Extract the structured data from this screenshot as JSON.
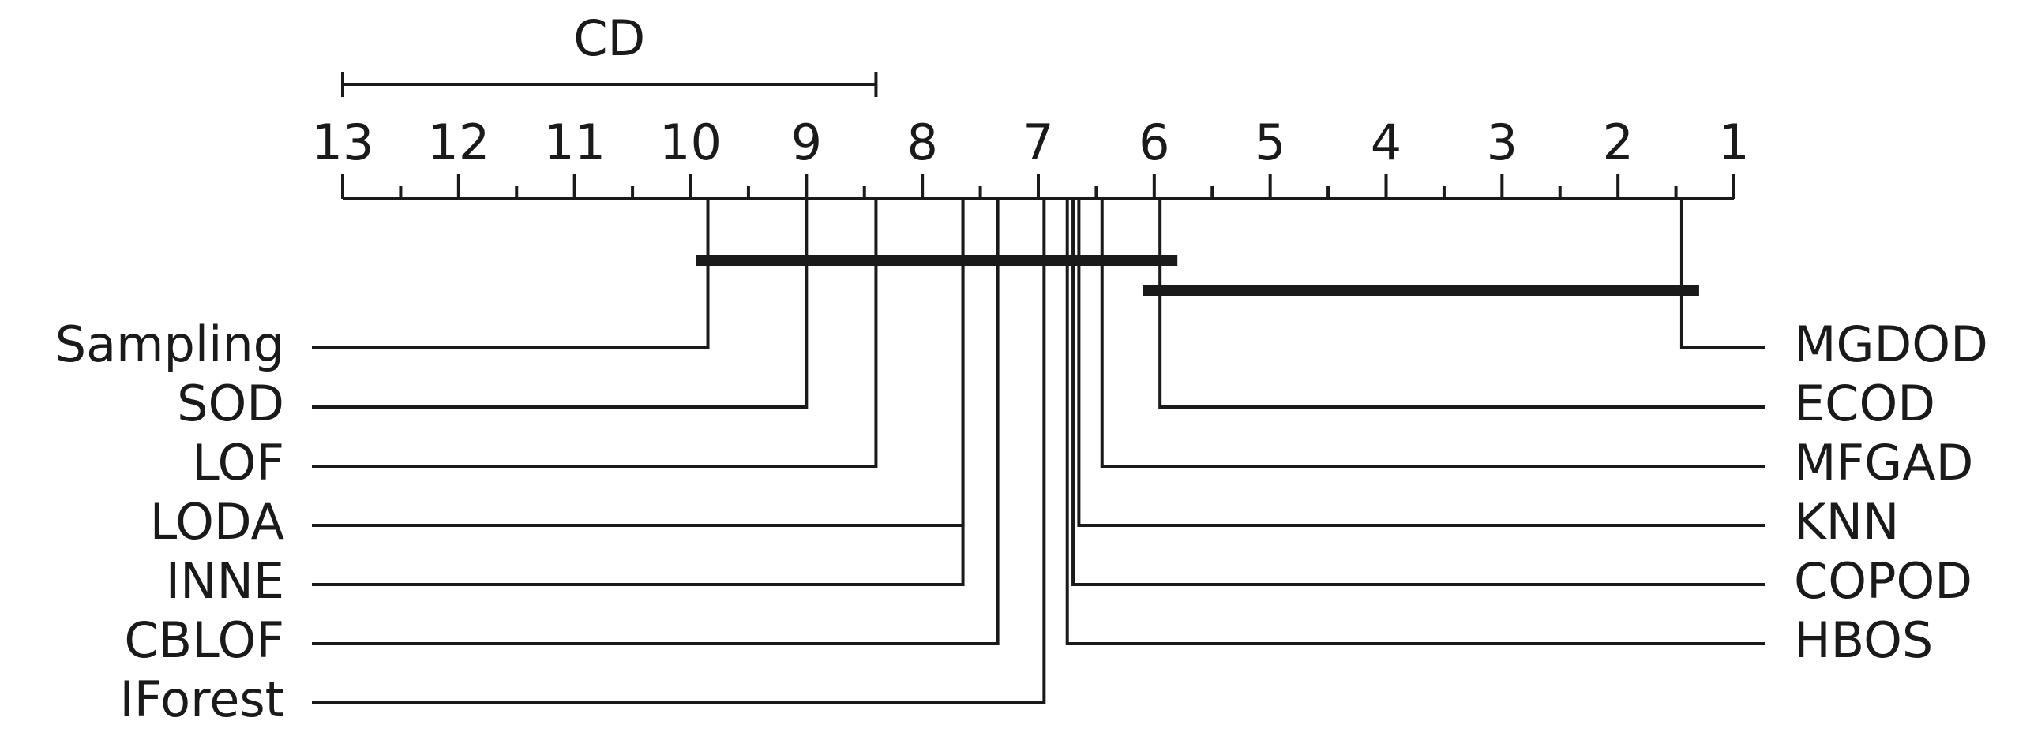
{
  "chart_data": {
    "type": "critical-difference-diagram",
    "title": "",
    "xlabel": "",
    "ylabel": "",
    "axis": {
      "min_rank": 1,
      "max_rank": 13,
      "direction": "reversed",
      "tick_labels": [
        "13",
        "12",
        "11",
        "10",
        "9",
        "8",
        "7",
        "6",
        "5",
        "4",
        "3",
        "2",
        "1"
      ]
    },
    "cd": {
      "label": "CD",
      "value": 4.6
    },
    "left_methods": [
      {
        "name": "Sampling",
        "rank": 9.85
      },
      {
        "name": "SOD",
        "rank": 9.0
      },
      {
        "name": "LOF",
        "rank": 8.4
      },
      {
        "name": "LODA",
        "rank": 7.65
      },
      {
        "name": "INNE",
        "rank": 7.65
      },
      {
        "name": "CBLOF",
        "rank": 7.35
      },
      {
        "name": "IForest",
        "rank": 6.95
      }
    ],
    "right_methods": [
      {
        "name": "MGDOD",
        "rank": 1.45
      },
      {
        "name": "ECOD",
        "rank": 5.95
      },
      {
        "name": "MFGAD",
        "rank": 6.45
      },
      {
        "name": "KNN",
        "rank": 6.65
      },
      {
        "name": "COPOD",
        "rank": 6.7
      },
      {
        "name": "HBOS",
        "rank": 6.75
      }
    ],
    "cliques": [
      {
        "from_rank": 9.95,
        "to_rank": 5.8
      },
      {
        "from_rank": 6.1,
        "to_rank": 1.3
      }
    ],
    "legend": "none",
    "grid": false
  }
}
